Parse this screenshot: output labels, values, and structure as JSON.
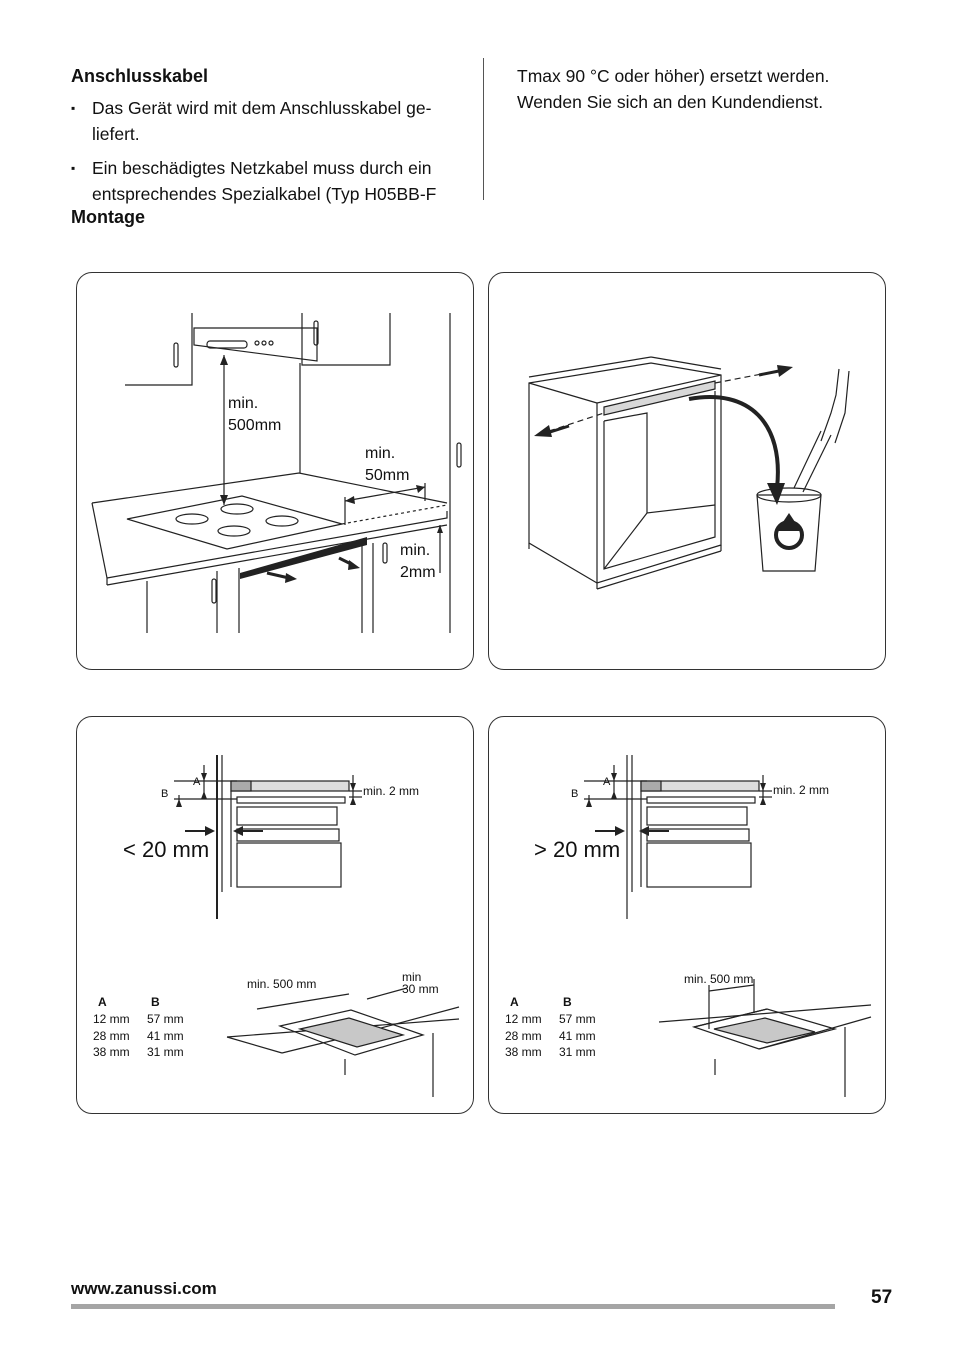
{
  "left_column": {
    "heading": "Anschlusskabel",
    "bullets": [
      "Das Gerät wird mit dem Anschlusskabel ge-liefert.",
      "Ein beschädigtes Netzkabel muss durch ein entsprechendes Spezialkabel (Typ H05BB-F"
    ],
    "section_heading": "Montage"
  },
  "right_column": {
    "text": "Tmax 90 °C oder höher) ersetzt werden. Wenden Sie sich an den Kundendienst."
  },
  "figures": {
    "fig1": {
      "label_500_a": "min.",
      "label_500_b": "500mm",
      "label_50_a": "min.",
      "label_50_b": "50mm",
      "label_2_a": "min.",
      "label_2_b": "2mm"
    },
    "fig3": {
      "gap_label": "< 20 mm",
      "label_a": "A",
      "label_b": "B",
      "min_2mm": "min. 2 mm",
      "min_500": "min. 500 mm",
      "min_30_a": "min",
      "min_30_b": "30 mm",
      "table_headers": [
        "A",
        "B"
      ],
      "table_rows": [
        [
          "12 mm",
          "57 mm"
        ],
        [
          "28 mm",
          "41 mm"
        ],
        [
          "38 mm",
          "31 mm"
        ]
      ]
    },
    "fig4": {
      "gap_label": "> 20 mm",
      "label_a": "A",
      "label_b": "B",
      "min_2mm": "min. 2 mm",
      "min_500": "min. 500 mm",
      "table_headers": [
        "A",
        "B"
      ],
      "table_rows": [
        [
          "12 mm",
          "57 mm"
        ],
        [
          "28 mm",
          "41 mm"
        ],
        [
          "38 mm",
          "31 mm"
        ]
      ]
    }
  },
  "footer": {
    "url": "www.zanussi.com",
    "page_number": "57"
  }
}
